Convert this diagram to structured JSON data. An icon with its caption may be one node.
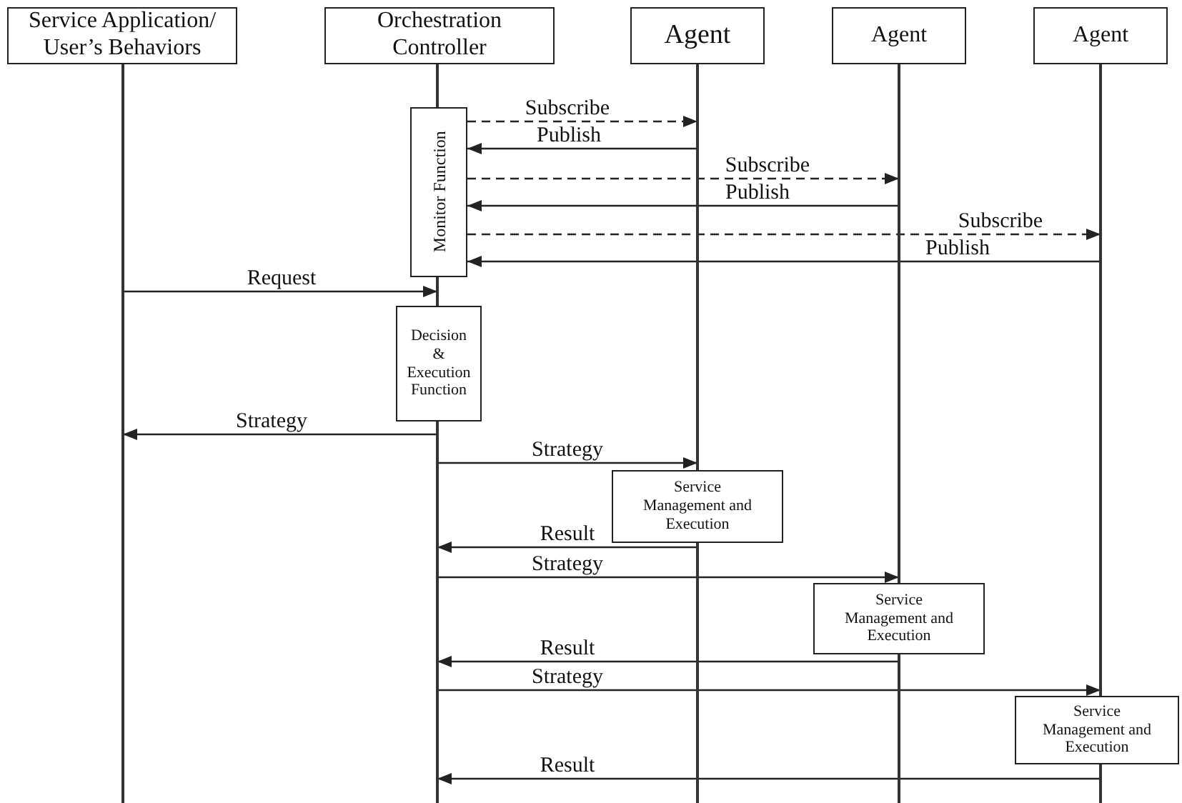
{
  "diagram": {
    "nodes": [
      {
        "text": [
          "Service Application/ User’s Behaviors"
        ]
      },
      {
        "text": [
          "Orchestration Controller"
        ]
      },
      {
        "text": [
          "Agent"
        ]
      },
      {
        "text": [
          "Agent"
        ]
      },
      {
        "text": [
          "Agent"
        ]
      },
      {
        "text": [
          "Monitor Function"
        ]
      },
      {
        "text": [
          "Decision & Execution Function"
        ]
      },
      {
        "text": [
          "Service Management and Execution"
        ]
      },
      {
        "text": [
          "Service Management and Execution"
        ]
      },
      {
        "text": [
          "Service Management and Execution"
        ]
      },
      {
        "text": [],
        "shape": "line"
      },
      {
        "text": [],
        "shape": "line"
      },
      {
        "text": [],
        "shape": "line"
      },
      {
        "text": [],
        "shape": "line"
      },
      {
        "text": [],
        "shape": "line"
      },
      {
        "text": [],
        "shape": "line"
      },
      {
        "text": [],
        "shape": "line"
      },
      {
        "text": [],
        "shape": "line"
      },
      {
        "text": [],
        "shape": "line"
      },
      {
        "text": [],
        "shape": "line"
      }
    ],
    "edges": [
      {
        "from": 5,
        "to": 14,
        "arrow": "to",
        "label": "Subscribe",
        "style": "dashed"
      },
      {
        "from": 14,
        "to": 5,
        "arrow": "to",
        "label": "Publish"
      },
      {
        "from": 5,
        "to": 16,
        "arrow": "to",
        "label": "Subscribe",
        "style": "dashed"
      },
      {
        "from": 16,
        "to": 5,
        "arrow": "to",
        "label": "Publish"
      },
      {
        "from": 5,
        "to": 18,
        "arrow": "to",
        "label": "Subscribe",
        "style": "dashed"
      },
      {
        "from": 18,
        "to": 5,
        "arrow": "to",
        "label": "Publish"
      },
      {
        "from": 10,
        "to": 12,
        "arrow": "to",
        "label": "Request"
      },
      {
        "from": 13,
        "to": 10,
        "arrow": "to",
        "label": "Strategy"
      },
      {
        "from": 13,
        "to": 14,
        "arrow": "to",
        "label": "Strategy"
      },
      {
        "from": 15,
        "to": 13,
        "arrow": "to",
        "label": "Result"
      },
      {
        "from": 13,
        "to": 16,
        "arrow": "to",
        "label": "Strategy"
      },
      {
        "from": 17,
        "to": 13,
        "arrow": "to",
        "label": "Result"
      },
      {
        "from": 13,
        "to": 18,
        "arrow": "to",
        "label": "Strategy"
      },
      {
        "from": 19,
        "to": 13,
        "arrow": "to",
        "label": "Result"
      }
    ]
  }
}
